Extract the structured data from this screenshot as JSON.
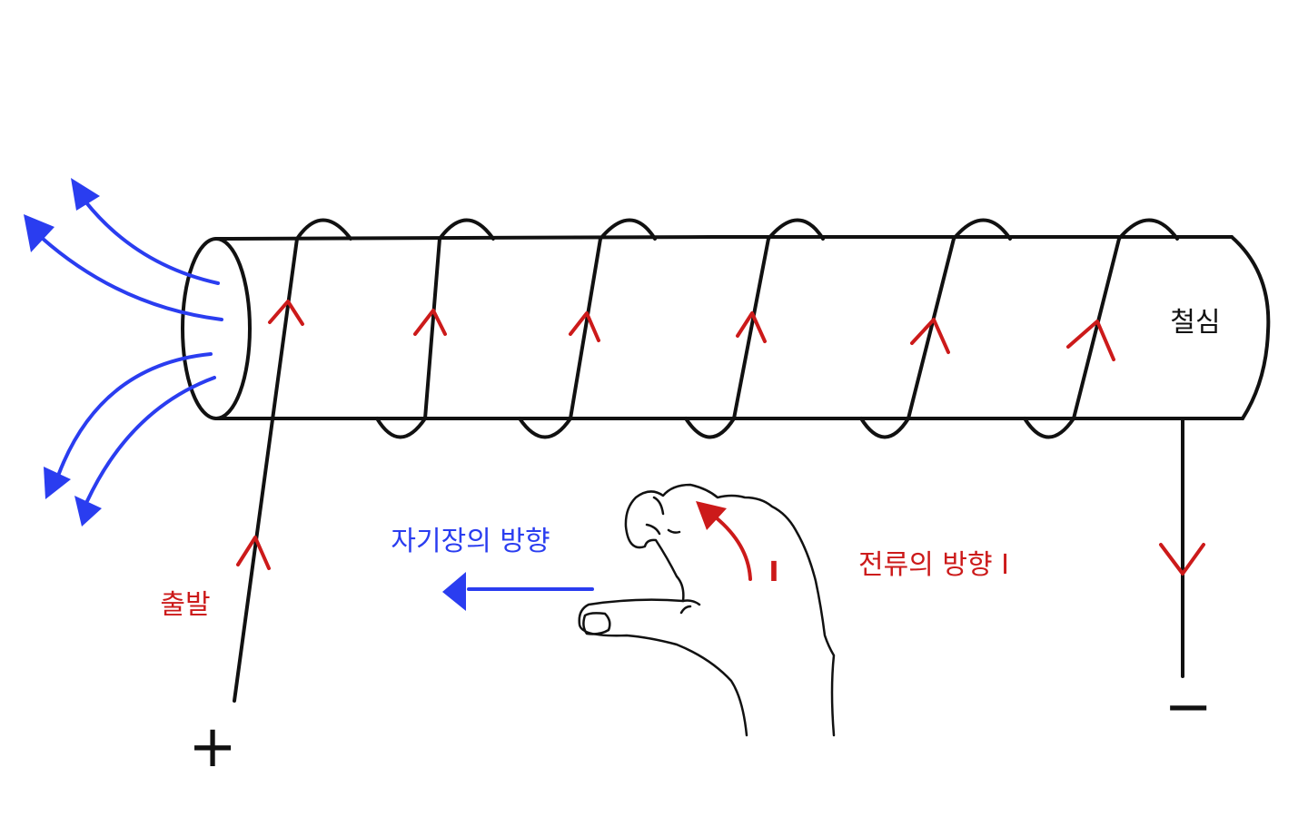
{
  "labels": {
    "core": "철심",
    "field_direction": "자기장의 방향",
    "current_direction": "전류의 방향 I",
    "start": "출발",
    "plus": "+",
    "minus": "−",
    "current_symbol": "I"
  },
  "colors": {
    "line": "#111111",
    "current": "#cc1a1a",
    "field": "#2a3df0"
  }
}
